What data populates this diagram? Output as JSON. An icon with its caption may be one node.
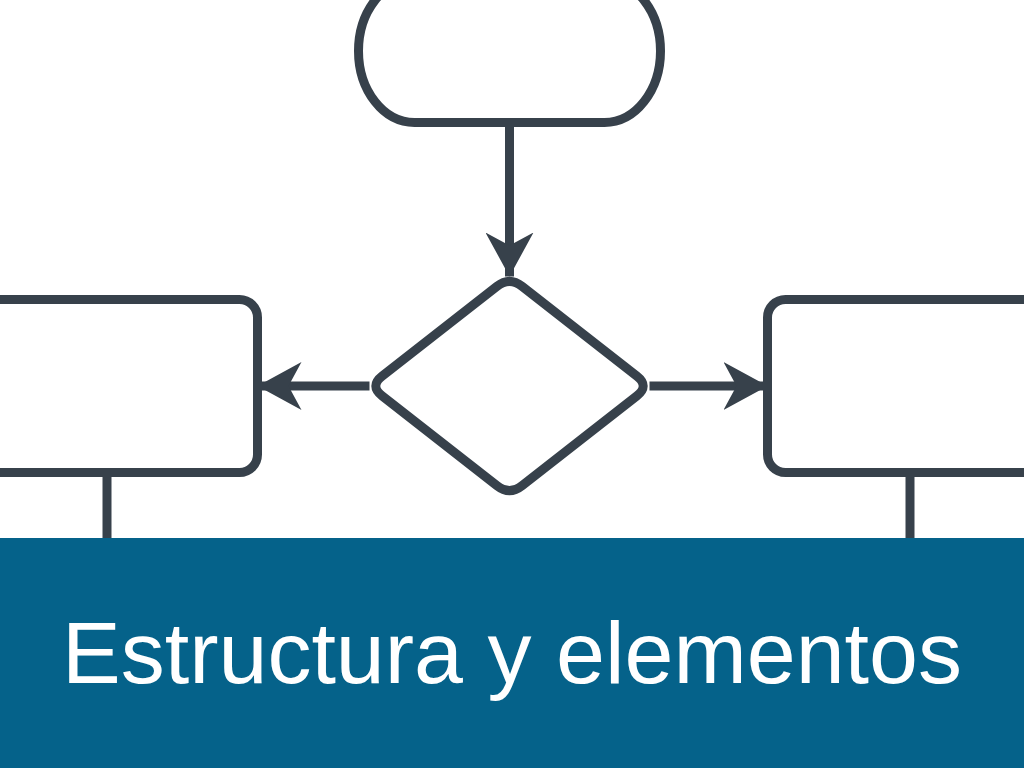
{
  "diagram": {
    "title": "Estructura y elementos",
    "nodes": [
      {
        "text": [],
        "shape": "oval"
      },
      {
        "text": [],
        "shape": "box"
      },
      {
        "text": [],
        "shape": "diamond"
      },
      {
        "text": [],
        "shape": "box"
      }
    ],
    "edges": [
      {
        "from": 0,
        "to": 2,
        "arrow": "to"
      },
      {
        "from": 2,
        "to": 1,
        "arrow": "to"
      },
      {
        "from": 2,
        "to": 3,
        "arrow": "to"
      },
      {
        "from": 1,
        "to": null,
        "arrow": "none"
      },
      {
        "from": 3,
        "to": null,
        "arrow": "none"
      }
    ]
  }
}
